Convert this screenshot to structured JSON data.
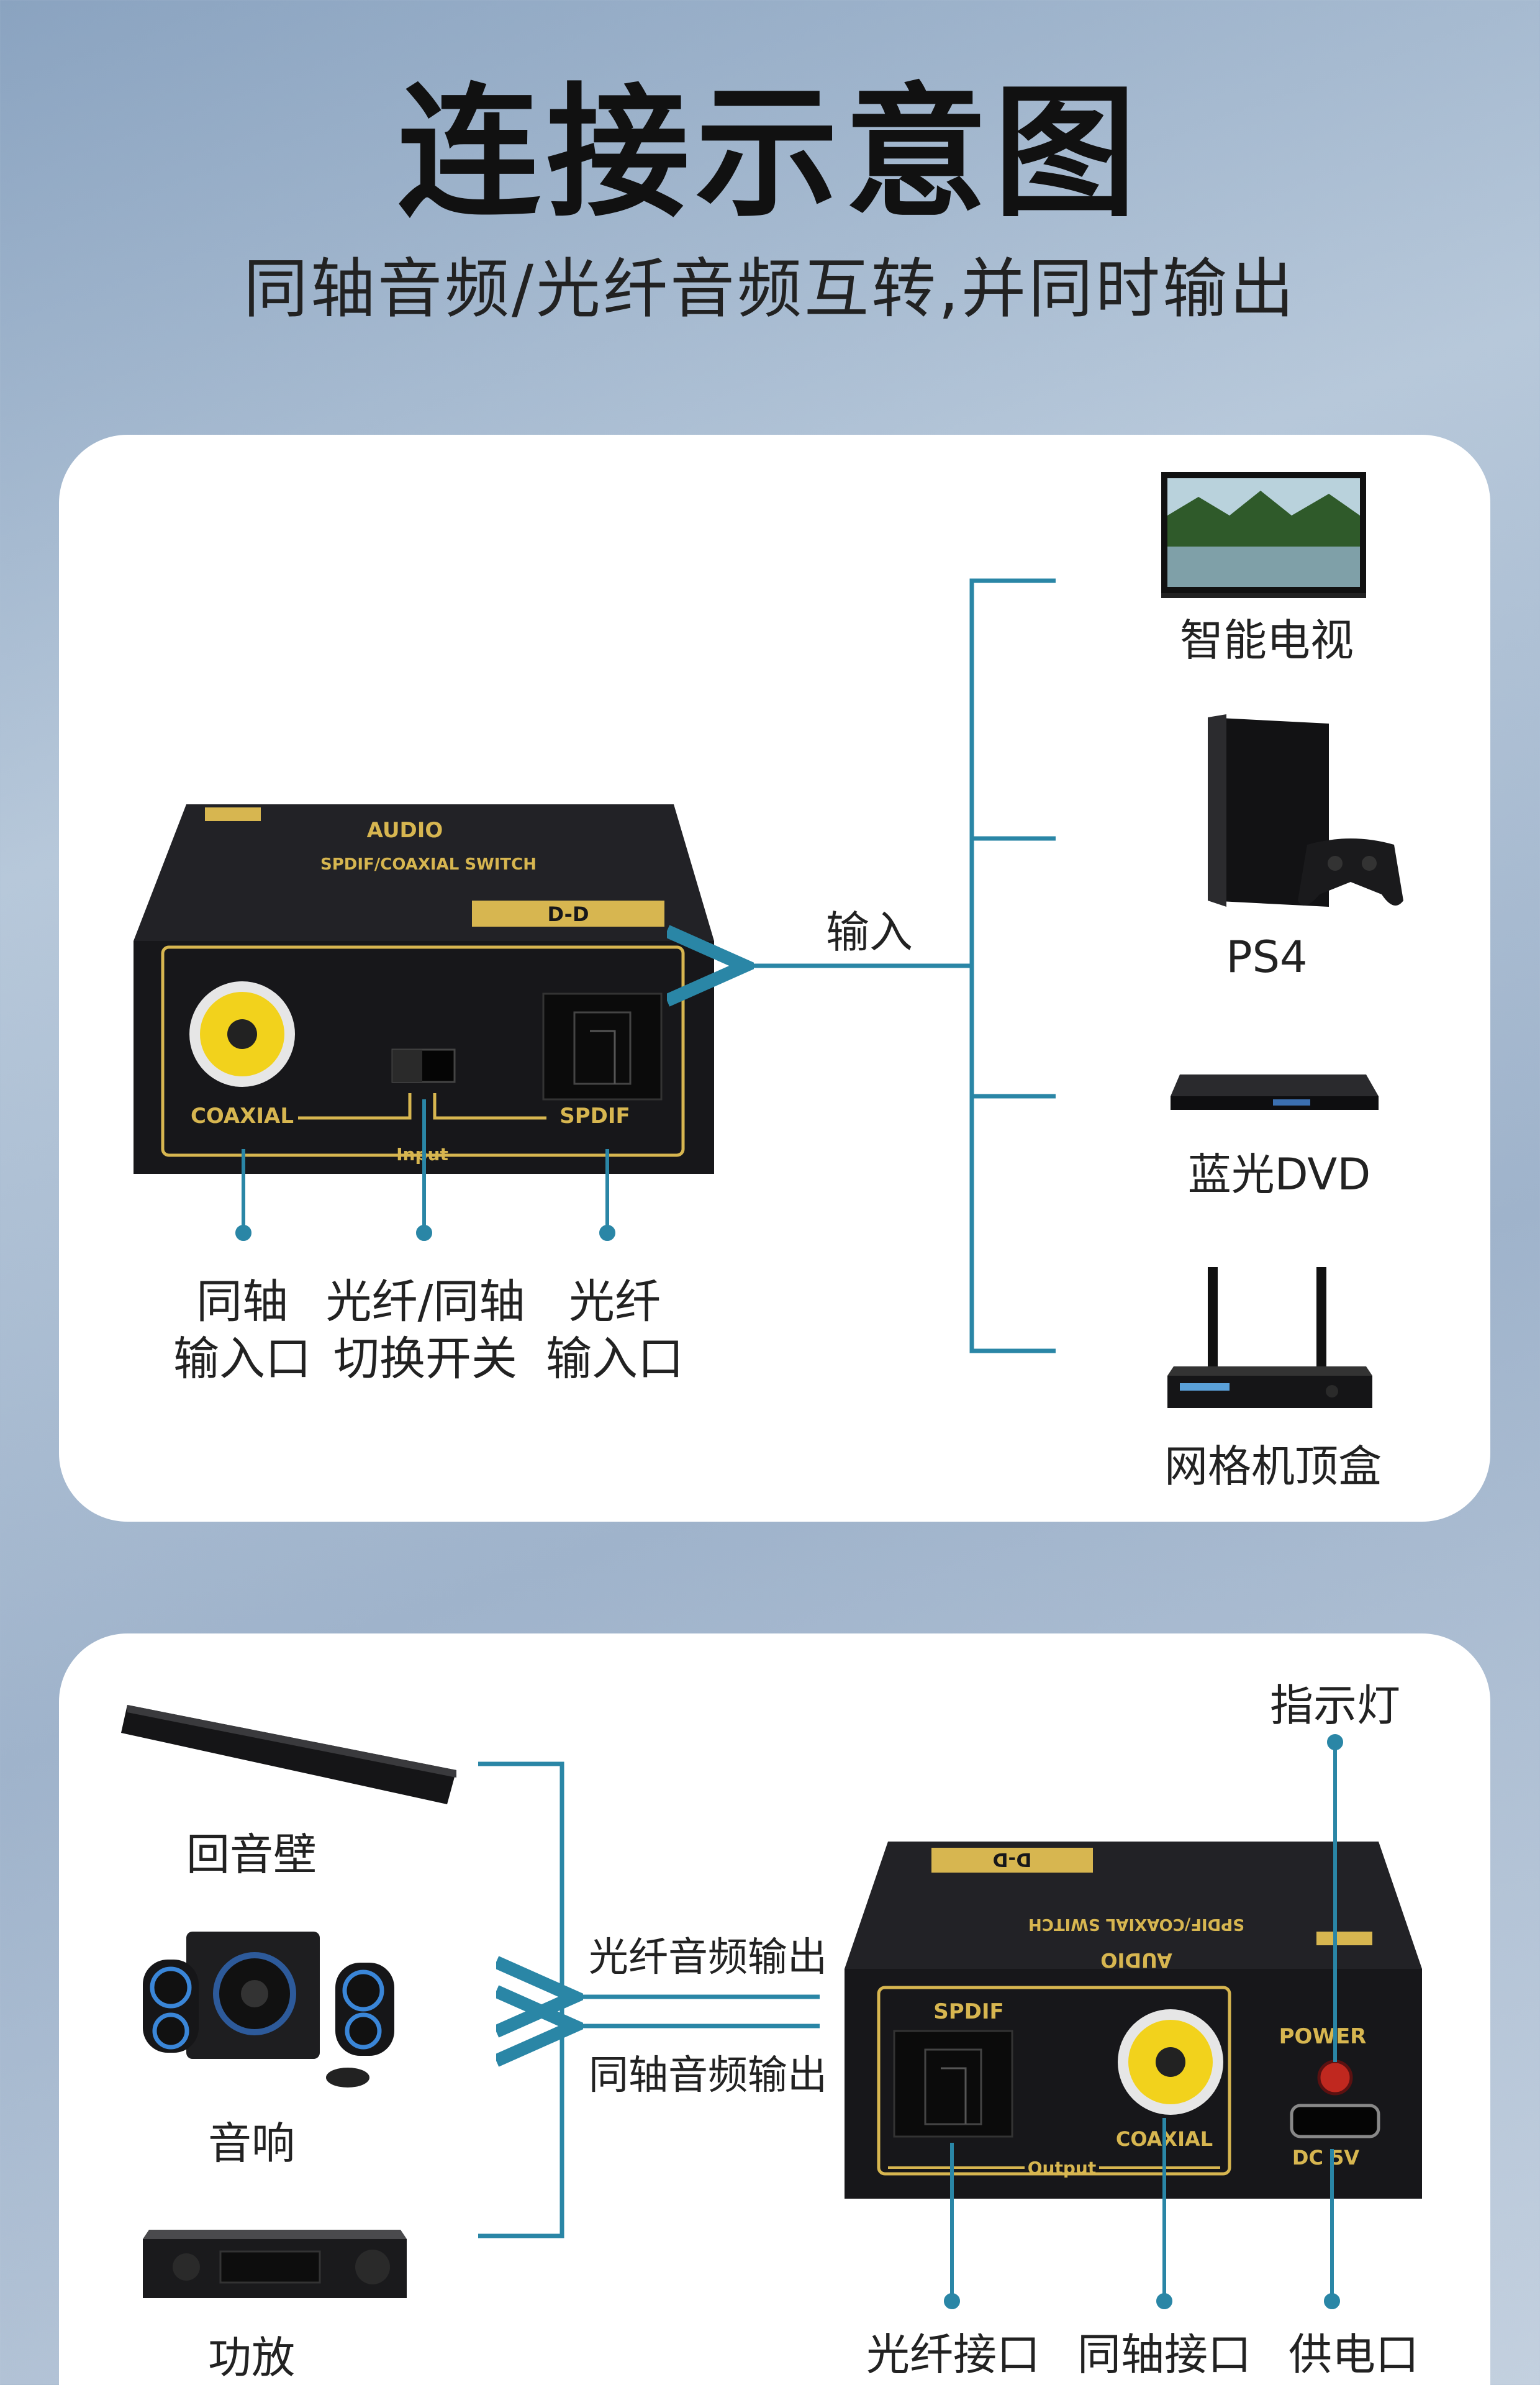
{
  "header": {
    "title": "连接示意图",
    "subtitle": "同轴音频/光纤音频互转,并同时输出"
  },
  "input_section": {
    "device_labels": {
      "brand": "AUDIO",
      "model": "SPDIF/COAXIAL SWITCH",
      "logo": "D-D",
      "coaxial": "COAXIAL",
      "spdif": "SPDIF",
      "input": "Input"
    },
    "arrow_label": "输入",
    "ports": [
      {
        "line1": "同轴",
        "line2": "输入口"
      },
      {
        "line1": "光纤/同轴",
        "line2": "切换开关"
      },
      {
        "line1": "光纤",
        "line2": "输入口"
      }
    ],
    "sources": [
      {
        "label": "智能电视",
        "icon": "tv-icon"
      },
      {
        "label": "PS4",
        "icon": "ps4-icon"
      },
      {
        "label": "蓝光DVD",
        "icon": "dvd-player-icon"
      },
      {
        "label": "网格机顶盒",
        "icon": "set-top-box-icon"
      }
    ]
  },
  "output_section": {
    "device_labels": {
      "brand": "AUDIO",
      "model": "SPDIF/COAXIAL SWITCH",
      "logo": "D-D",
      "spdif": "SPDIF",
      "coaxial": "COAXIAL",
      "output": "Output",
      "power": "POWER",
      "dc": "DC 5V"
    },
    "indicator_label": "指示灯",
    "optical_out_label": "光纤音频输出",
    "coaxial_out_label": "同轴音频输出",
    "ports": [
      {
        "label": "光纤接口"
      },
      {
        "label": "同轴接口"
      },
      {
        "label": "供电口"
      }
    ],
    "sinks": [
      {
        "label": "回音壁",
        "icon": "soundbar-icon"
      },
      {
        "label": "音响",
        "icon": "speaker-system-icon"
      },
      {
        "label": "功放",
        "icon": "amplifier-icon"
      }
    ]
  },
  "colors": {
    "line": "#2a86a6",
    "device_body": "#1c1c1e",
    "device_gold": "#d7b650",
    "rca_yellow": "#f2d21c"
  }
}
